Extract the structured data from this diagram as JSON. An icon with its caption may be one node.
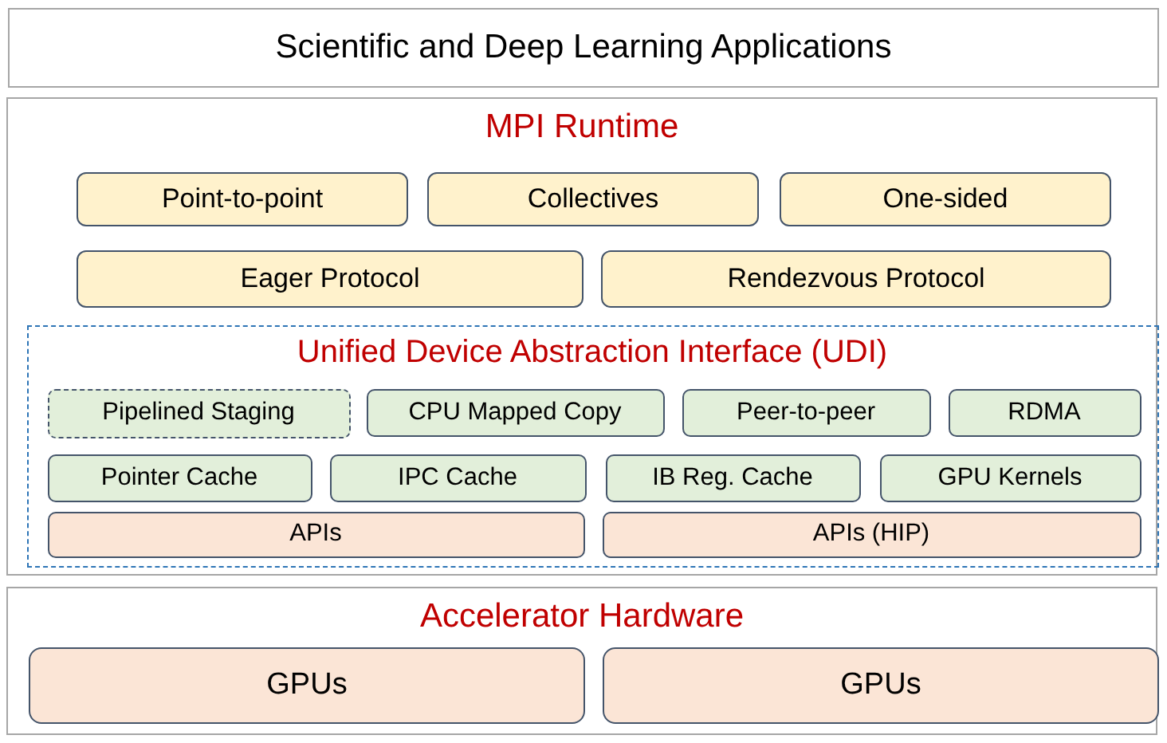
{
  "diagram": {
    "nodes": [
      {
        "text": [
          "Scientific and Deep Learning Applications"
        ]
      },
      {
        "text": [
          "MPI Runtime"
        ]
      },
      {
        "text": [
          "Point-to-point"
        ],
        "in": 1
      },
      {
        "text": [
          "Collectives"
        ],
        "in": 1
      },
      {
        "text": [
          "One-sided"
        ],
        "in": 1
      },
      {
        "text": [
          "Eager Protocol"
        ],
        "in": 1
      },
      {
        "text": [
          "Rendezvous Protocol"
        ],
        "in": 1
      },
      {
        "text": [
          "Unified Device Abstraction Interface (UDI)"
        ],
        "in": 1
      },
      {
        "text": [
          "Pipelined Staging"
        ],
        "in": 7
      },
      {
        "text": [
          "CPU Mapped Copy"
        ],
        "in": 7
      },
      {
        "text": [
          "Peer-to-peer"
        ],
        "in": 7
      },
      {
        "text": [
          "RDMA"
        ],
        "in": 7
      },
      {
        "text": [
          "Pointer Cache"
        ],
        "in": 7
      },
      {
        "text": [
          "IPC Cache"
        ],
        "in": 7
      },
      {
        "text": [
          "IB Reg. Cache"
        ],
        "in": 7
      },
      {
        "text": [
          "GPU Kernels"
        ],
        "in": 7
      },
      {
        "text": [
          "APIs"
        ],
        "in": 7
      },
      {
        "text": [
          "APIs (HIP)"
        ],
        "in": 7
      },
      {
        "text": [
          "Accelerator Hardware"
        ]
      },
      {
        "text": [
          "GPUs"
        ],
        "in": 18
      },
      {
        "text": [
          "GPUs"
        ],
        "in": 18
      }
    ],
    "edges": []
  }
}
